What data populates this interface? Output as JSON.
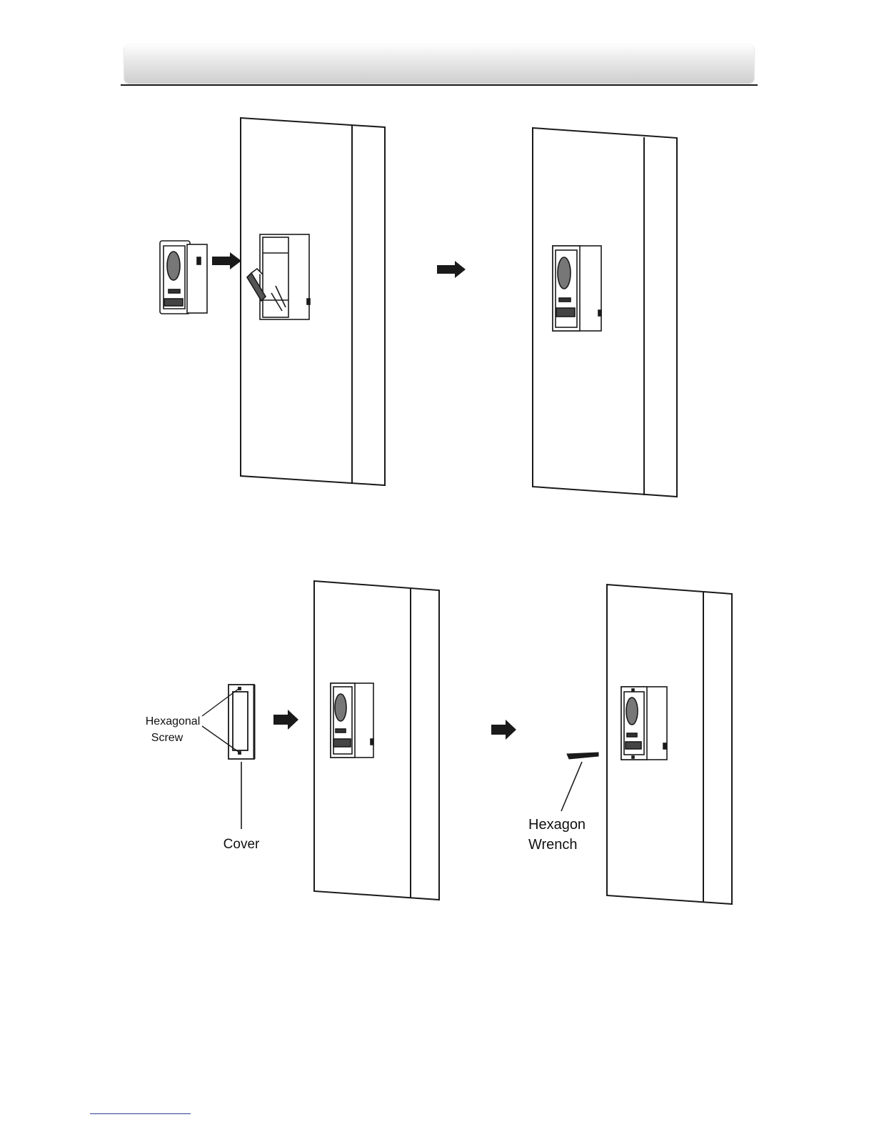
{
  "labels": {
    "hexagonal_screw_line1": "Hexagonal",
    "hexagonal_screw_line2": "Screw",
    "cover": "Cover",
    "hexagon_wrench_line1": "Hexagon",
    "hexagon_wrench_line2": "Wrench"
  }
}
